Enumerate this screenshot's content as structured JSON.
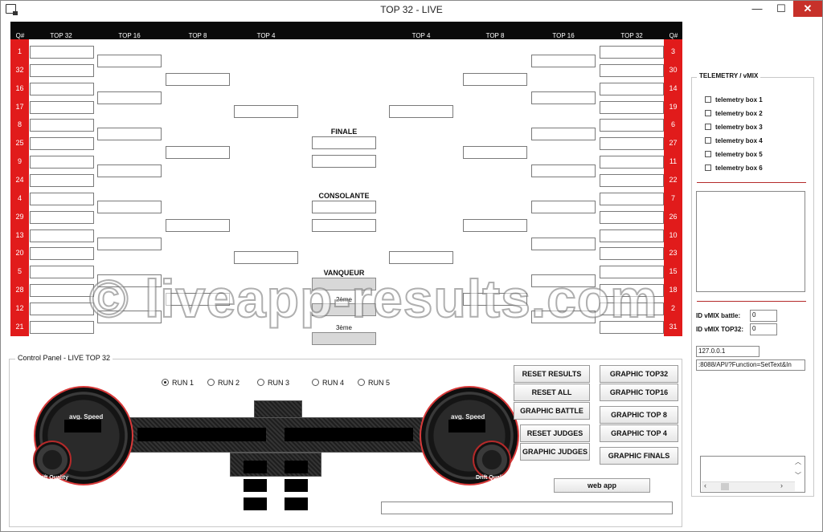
{
  "window": {
    "title": "TOP 32 - LIVE",
    "minimize": "—",
    "maximize": "☐",
    "close": "✕"
  },
  "bracket": {
    "headers": {
      "seed": "Q#",
      "top32": "TOP 32",
      "top16": "TOP 16",
      "top8": "TOP 8",
      "top4": "TOP 4"
    },
    "left_seeds": [
      "1",
      "32",
      "16",
      "17",
      "8",
      "25",
      "9",
      "24",
      "4",
      "29",
      "13",
      "20",
      "5",
      "28",
      "12",
      "21"
    ],
    "right_seeds": [
      "3",
      "30",
      "14",
      "19",
      "6",
      "27",
      "11",
      "22",
      "7",
      "26",
      "10",
      "23",
      "15",
      "18",
      "2",
      "31"
    ],
    "finale_label": "FINALE",
    "consolante_label": "CONSOLANTE",
    "vanqueur_label": "VANQUEUR",
    "second_label": "2ème",
    "third_label": "3ème",
    "watermark": "© liveapp-results.com"
  },
  "control_panel": {
    "title": "Control Panel - LIVE TOP 32",
    "runs": [
      "RUN 1",
      "RUN 2",
      "RUN 3",
      "RUN 4",
      "RUN 5"
    ],
    "selected_run": "RUN 1",
    "gauge_label": "avg. Speed",
    "drift_label": "Drift Quality",
    "buttons": {
      "reset_results": "RESET RESULTS",
      "reset_all": "RESET ALL",
      "graphic_battle": "GRAPHIC BATTLE",
      "reset_judges": "RESET JUDGES",
      "graphic_judges": "GRAPHIC JUDGES",
      "graphic_top32": "GRAPHIC TOP32",
      "graphic_top16": "GRAPHIC TOP16",
      "graphic_top8": "GRAPHIC TOP 8",
      "graphic_top4": "GRAPHIC TOP 4",
      "graphic_finals": "GRAPHIC FINALS",
      "web_app": "web app"
    }
  },
  "telemetry": {
    "title": "TELEMETRY / vMIX",
    "boxes": [
      "telemetry box 1",
      "telemetry box 2",
      "telemetry box 3",
      "telemetry box 4",
      "telemetry box 5",
      "telemetry box 6"
    ],
    "id_vmix_battle_label": "ID vMIX battle:",
    "id_vmix_battle": "0",
    "id_vmix_top32_label": "ID vMIX TOP32:",
    "id_vmix_top32": "0",
    "ip": "127.0.0.1",
    "api": ":8088/API/?Function=SetText&In"
  },
  "colors": {
    "accent_red": "#e11b1b",
    "header_black": "#0a0a0a"
  }
}
